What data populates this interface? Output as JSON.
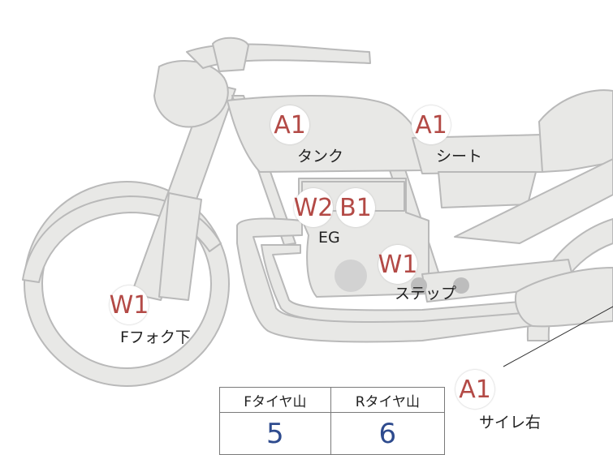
{
  "badges": {
    "tank": "A1",
    "seat": "A1",
    "engine_w": "W2",
    "engine_b": "B1",
    "step": "W1",
    "fork": "W1",
    "silencer": "A1"
  },
  "labels": {
    "tank": "タンク",
    "seat": "シート",
    "engine": "EG",
    "step": "ステップ",
    "fork": "Fフォク下",
    "silencer": "サイレ右"
  },
  "tire_table": {
    "headers": [
      "Fタイヤ山",
      "Rタイヤ山"
    ],
    "values": [
      "5",
      "6"
    ]
  },
  "colors": {
    "body_fill": "#e8e8e6",
    "outline": "#b9b9b9",
    "badge_text": "#b34a46",
    "table_value": "#2e4b8e"
  }
}
